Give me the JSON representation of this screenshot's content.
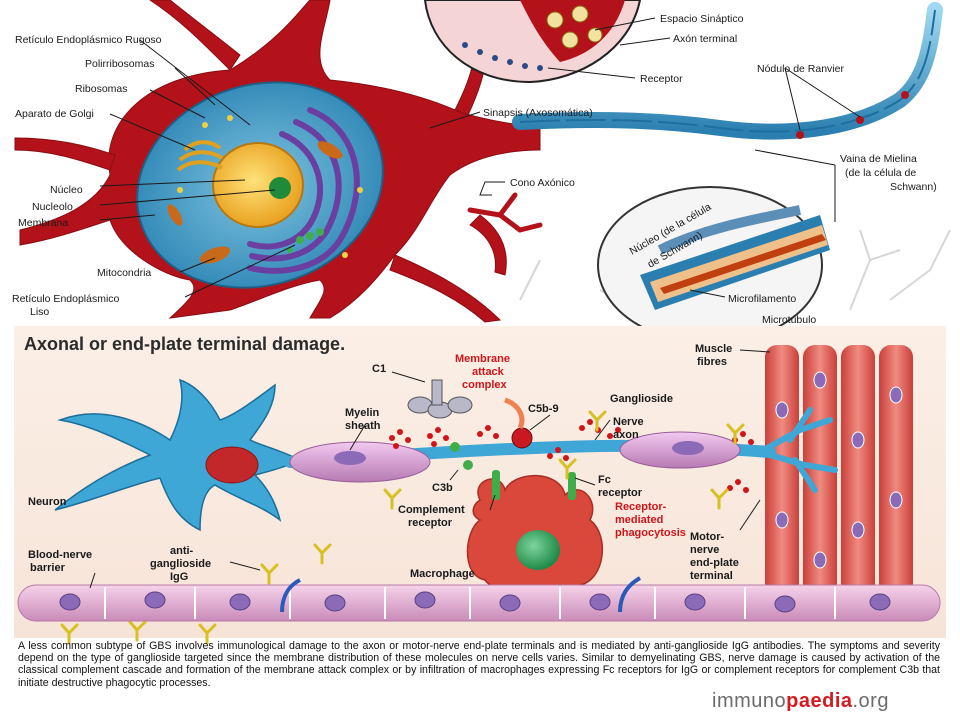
{
  "top_panel": {
    "labels": {
      "rer": "Retículo Endoplásmico Rugoso",
      "polirribosomas": "Polirribosomas",
      "ribosomas": "Ribosomas",
      "golgi": "Aparato de Golgi",
      "nucleo": "Núcleo",
      "nucleolo": "Nucleolo",
      "membrana": "Membrana",
      "mitocondria": "Mitocondria",
      "rel_1": "Retículo Endoplásmico",
      "rel_2": "Liso",
      "espacio": "Espacio Sináptico",
      "axon_terminal": "Axón terminal",
      "receptor": "Receptor",
      "ranvier": "Nódulo de Ranvier",
      "sinapsis": "Sinapsis (Axosomática)",
      "cono": "Cono Axónico",
      "vaina_1": "Vaina de Mielina",
      "vaina_2": "(de la célula de",
      "vaina_3": "Schwann)",
      "nucleo_schwann_1": "Núcleo (de la célula",
      "nucleo_schwann_2": "de Schwann)",
      "microfilamento": "Microfilamento",
      "microtubulo": "Microtúbulo"
    }
  },
  "bottom_panel": {
    "title": "Axonal or end-plate terminal damage.",
    "labels": {
      "muscle_1": "Muscle",
      "muscle_2": "fibres",
      "c1": "C1",
      "mac_1": "Membrane",
      "mac_2": "attack",
      "mac_3": "complex",
      "c5b9": "C5b-9",
      "ganglioside": "Ganglioside",
      "myelin_1": "Myelin",
      "myelin_2": "sheath",
      "nerve_1": "Nerve",
      "nerve_2": "axon",
      "neuron": "Neuron",
      "c3b": "C3b",
      "fc_1": "Fc",
      "fc_2": "receptor",
      "rmp_1": "Receptor-",
      "rmp_2": "mediated",
      "rmp_3": "phagocytosis",
      "cr_1": "Complement",
      "cr_2": "receptor",
      "bnb_1": "Blood-nerve",
      "bnb_2": "barrier",
      "ig_1": "anti-",
      "ig_2": "ganglioside",
      "ig_3": "IgG",
      "macrophage": "Macrophage",
      "mnept_1": "Motor-",
      "mnept_2": "nerve",
      "mnept_3": "end-plate",
      "mnept_4": "terminal"
    },
    "caption": [
      "A less common subtype of GBS involves immunological damage to the axon or motor-nerve end-plate terminals and is mediated",
      "by anti-ganglioside IgG antibodies. The symptoms and severity depend on the type of ganglioside targeted since the membrane",
      "distribution of these molecules on nerve cells varies. Similar to demyelinating GBS, nerve damage is caused by activation",
      "of the classical complement cascade and formation of the membrane attack complex or by infiltration of macrophages expressing",
      "Fc receptors for IgG or complement receptors for complement C3b that initiate destructive phagocytic processes."
    ],
    "brand": {
      "part1": "immuno",
      "part2": "paedia",
      "part3": ".org"
    }
  },
  "colors": {
    "neuron_red": "#b3121a",
    "cytoplasm_blue": "#4aa3c8",
    "nucleus_yellow": "#f2c230",
    "axon_blue": "#3fa7d6",
    "myelin_pink": "#d9a0d6",
    "muscle_red": "#e0625a",
    "macrophage_red": "#d9483a",
    "bnb_pink": "#e7b3d6",
    "cell_purple": "#8b6bb8",
    "label_red": "#d0141a",
    "antibody_yellow": "#d8c020"
  }
}
